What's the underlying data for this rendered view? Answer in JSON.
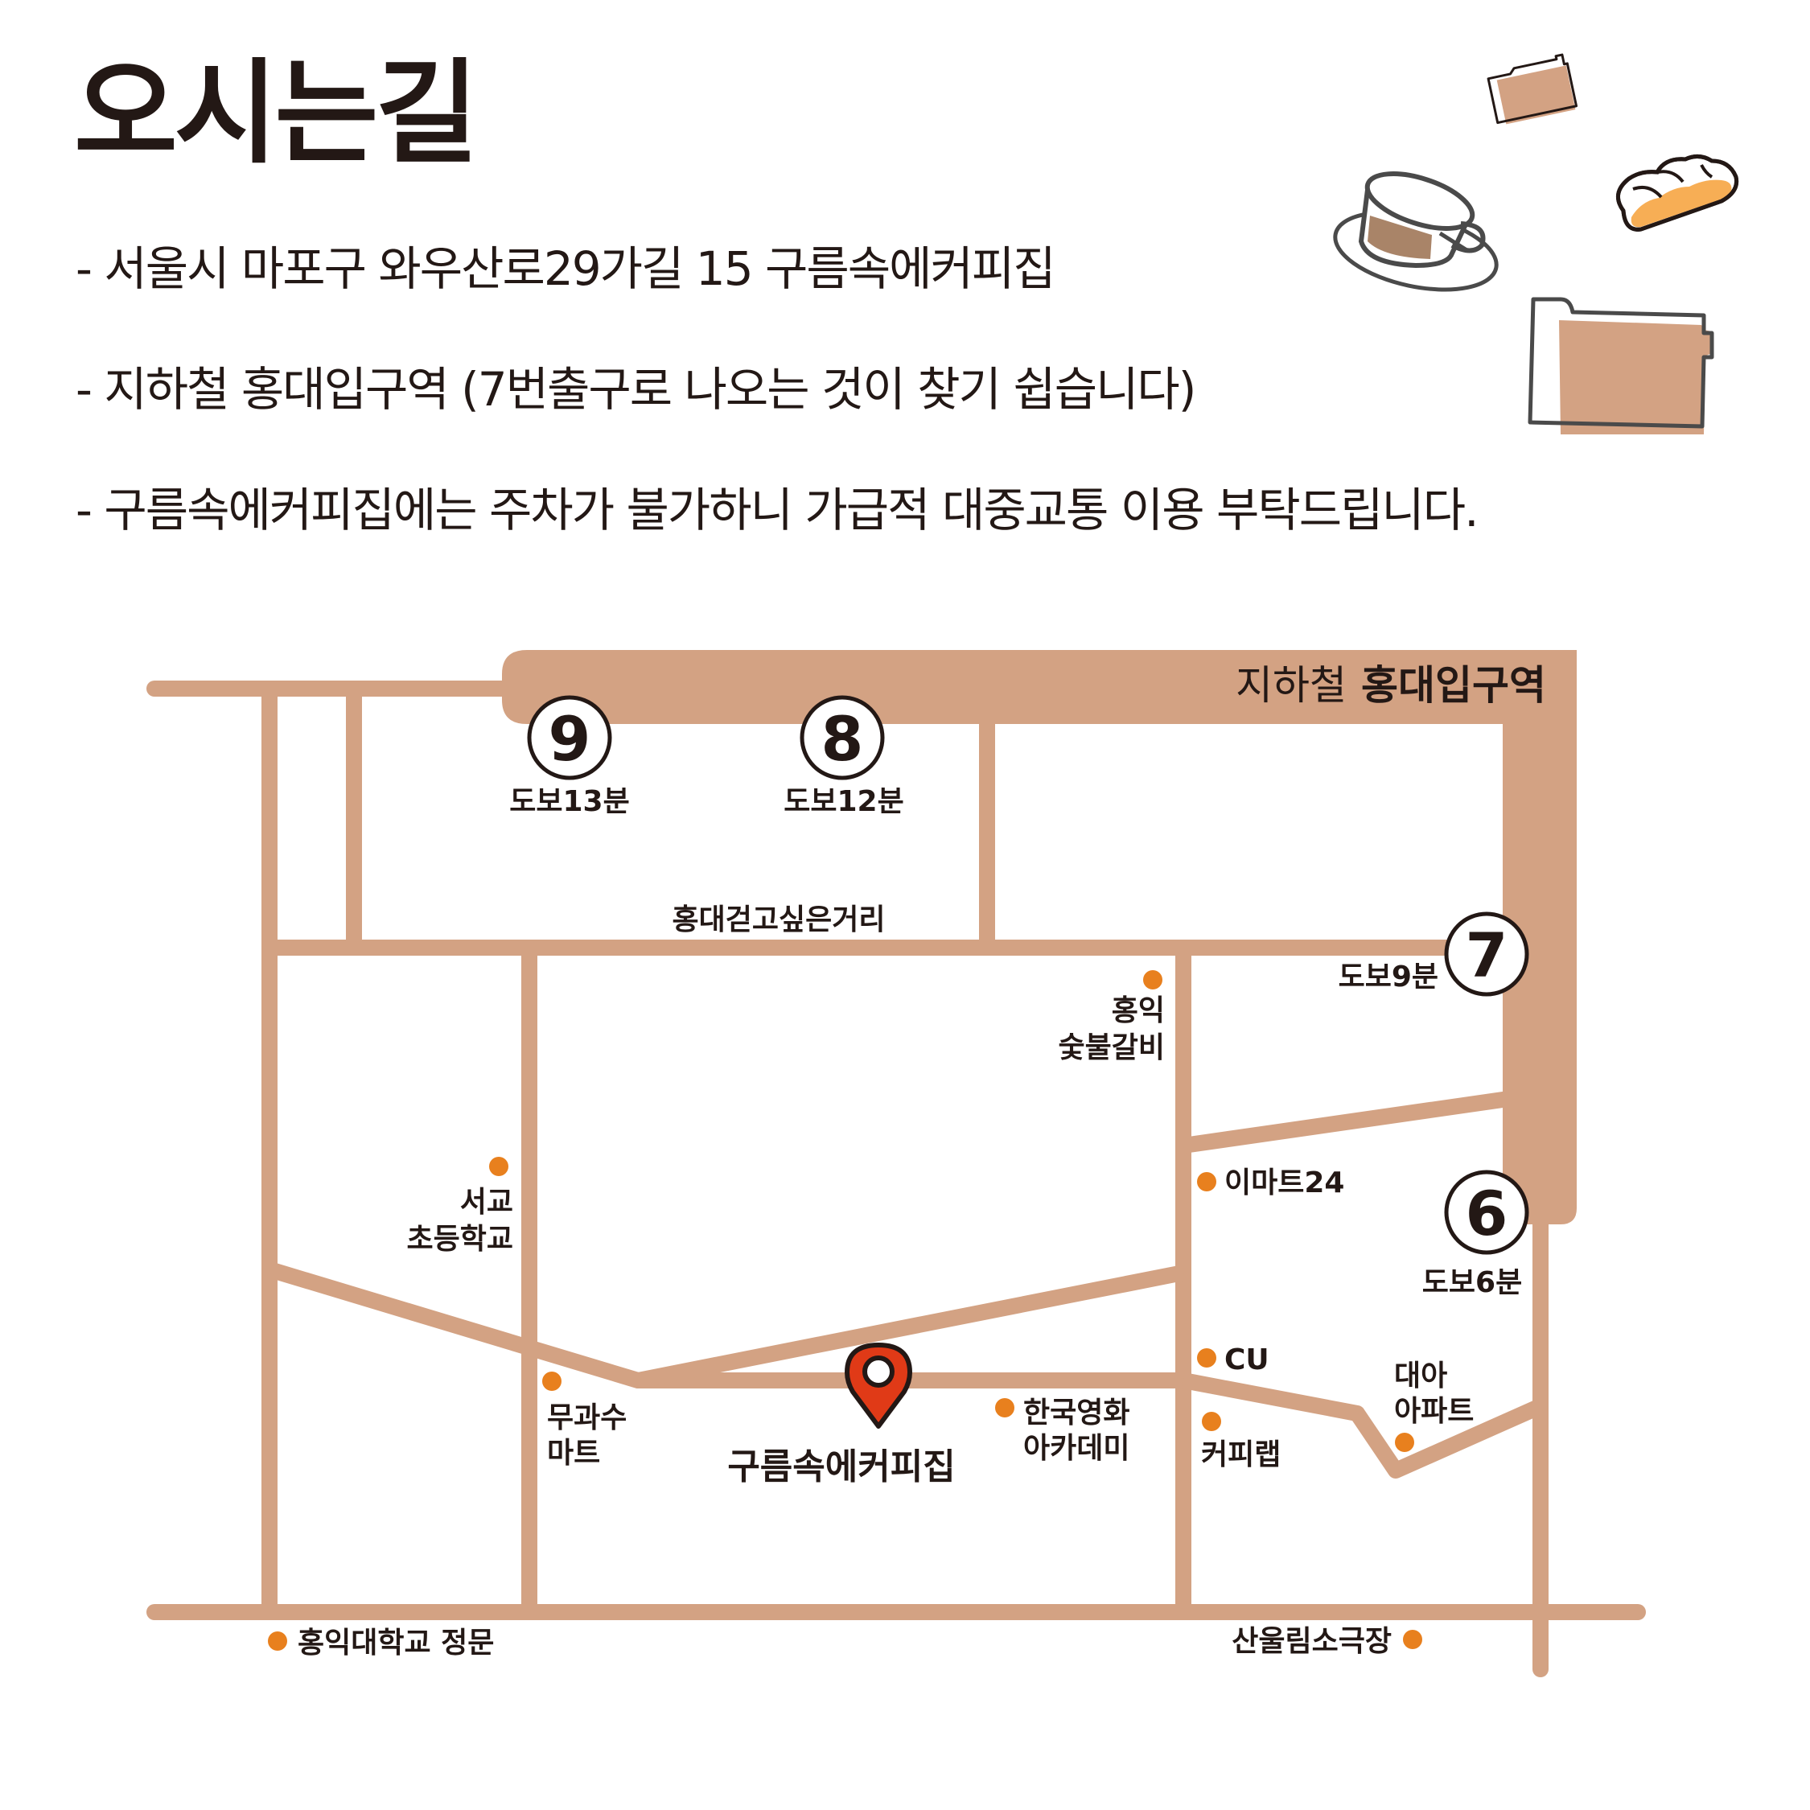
{
  "header": {
    "title": "오시는길",
    "lines": [
      "- 서울시 마포구 와우산로29가길 15 구름속에커피집",
      "- 지하철 홍대입구역 (7번출구로 나오는 것이 찾기 쉽습니다)",
      "- 구름속에커피집에는 주차가 불가하니 가급적 대중교통 이용 부탁드립니다."
    ]
  },
  "colors": {
    "road": "#D3A283",
    "poi_dot": "#E8801E",
    "pin": "#E03A17",
    "text": "#231815",
    "coffee": "#A98468",
    "bread": "#F7AE55"
  },
  "map": {
    "station": {
      "prefix": "지하철",
      "name": "홍대입구역"
    },
    "street_name": "홍대걷고싶은거리",
    "exits": [
      {
        "number": "9",
        "walk": "도보13분"
      },
      {
        "number": "8",
        "walk": "도보12분"
      },
      {
        "number": "7",
        "walk": "도보9분"
      },
      {
        "number": "6",
        "walk": "도보6분"
      }
    ],
    "destination": {
      "name": "구름속에커피집",
      "icon": "map-pin-icon"
    },
    "pois": [
      {
        "lines": [
          "홍익",
          "숯불갈비"
        ]
      },
      {
        "lines": [
          "이마트24"
        ]
      },
      {
        "lines": [
          "서교",
          "초등학교"
        ]
      },
      {
        "lines": [
          "CU"
        ]
      },
      {
        "lines": [
          "무과수",
          "마트"
        ]
      },
      {
        "lines": [
          "한국영화",
          "아카데미"
        ]
      },
      {
        "lines": [
          "커피랩"
        ]
      },
      {
        "lines": [
          "대아",
          "아파트"
        ]
      },
      {
        "lines": [
          "홍익대학교 정문"
        ]
      },
      {
        "lines": [
          "산울림소극장"
        ]
      }
    ]
  },
  "decorations": [
    "folder-icon",
    "coffee-cup-icon",
    "bread-icon",
    "folder-icon"
  ]
}
